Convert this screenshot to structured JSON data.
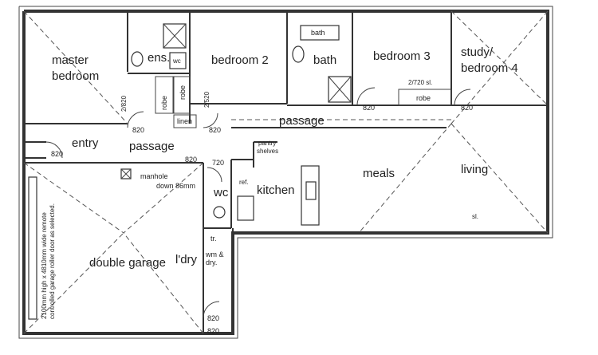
{
  "rooms": {
    "master_bedroom_1": "master",
    "master_bedroom_2": "bedroom",
    "ensuite": "ens.",
    "bedroom2": "bedroom 2",
    "bath": "bath",
    "bath_fixture": "bath",
    "bedroom3": "bedroom 3",
    "study_1": "study/",
    "study_2": "bedroom 4",
    "entry": "entry",
    "passage_left": "passage",
    "passage_main": "passage",
    "linen": "linen",
    "robe_1": "robe",
    "robe_2": "robe",
    "robe_3": "robe",
    "pantry_1": "pantry",
    "pantry_2": "shelves",
    "wc_ensuite": "wc",
    "wc": "wc",
    "kitchen": "kitchen",
    "ref": "ref.",
    "meals": "meals",
    "living": "living",
    "laundry": "l'dry",
    "tr": "tr.",
    "wm_1": "wm &",
    "wm_2": "dry.",
    "garage": "double garage",
    "manhole_1": "manhole",
    "manhole_2": "down 86mm",
    "garage_door_1": "2100mm high x 4810mm wide remote",
    "garage_door_2": "controlled garage roller door as selected.",
    "slider": "sl."
  },
  "doors": {
    "d_entry": "820",
    "d_passage_1": "820",
    "d_passage_2": "820",
    "d_bath": "820",
    "d_study": "820",
    "d_laundry": "820",
    "d_wc_top": "820",
    "d_wc_side": "720",
    "d_garage_side": "820",
    "robe_sl_1": "2/820",
    "robe_sl_2": "2/520",
    "robe_sl_3": "2/720 sl."
  }
}
